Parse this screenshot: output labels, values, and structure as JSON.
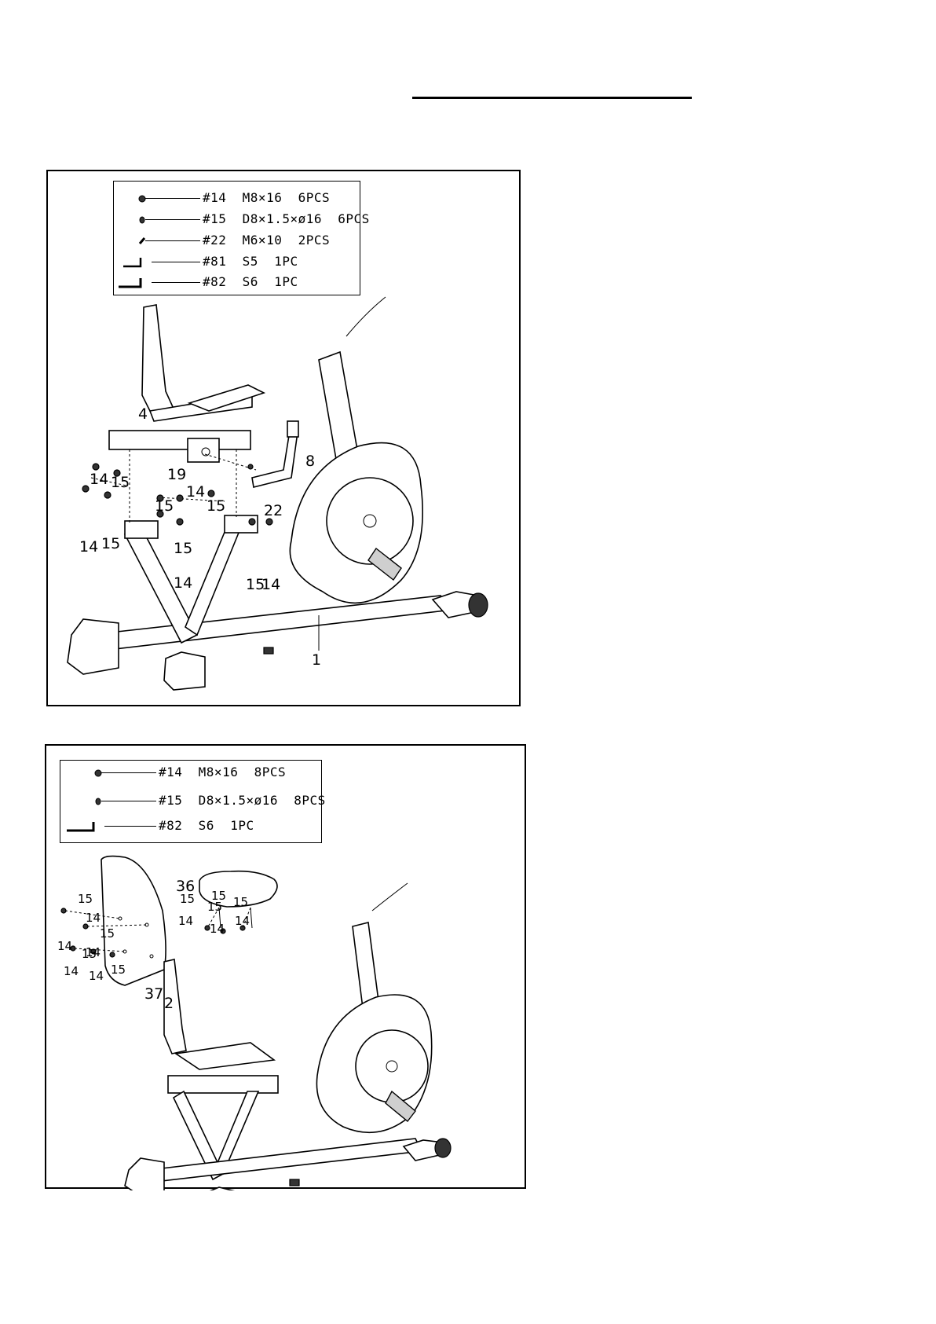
{
  "page": {
    "figure1": {
      "parts_list": [
        {
          "label": "#14  M8×16  6PCS",
          "icon": "bolt-icon"
        },
        {
          "label": "#15  D8×1.5×ø16  6PCS",
          "icon": "washer-icon"
        },
        {
          "label": "#22  M6×10  2PCS",
          "icon": "screw-icon"
        },
        {
          "label": "#81  S5  1PC",
          "icon": "allen-key-icon"
        },
        {
          "label": "#82  S6  1PC",
          "icon": "allen-key-icon"
        }
      ],
      "callouts": {
        "c4": "4",
        "c19": "19",
        "c8": "8",
        "c22": "22",
        "c1": "1",
        "c14a": "14",
        "c15a": "15",
        "c14b": "14",
        "c15b": "15",
        "c15c": "15",
        "c14c": "14",
        "c15d": "15",
        "c15e": "15",
        "c14d": "14",
        "c15f": "15",
        "c14e": "14"
      }
    },
    "figure2": {
      "parts_list": [
        {
          "label": "#14  M8×16  8PCS",
          "icon": "bolt-icon"
        },
        {
          "label": "#15  D8×1.5×ø16  8PCS",
          "icon": "washer-icon"
        },
        {
          "label": "#82  S6  1PC",
          "icon": "allen-key-icon"
        }
      ],
      "callouts": {
        "c36": "36",
        "c37": "37",
        "c2": "2",
        "s15a": "15",
        "s15b": "15",
        "s15c": "15",
        "s15d": "15",
        "s14a": "14",
        "s14b": "14",
        "s14c": "14",
        "b15a": "15",
        "b14a": "14",
        "b14b": "14",
        "b15b": "15",
        "b14c": "14",
        "b15c": "15",
        "b14d": "14",
        "b14e": "14",
        "b15d": "15"
      }
    }
  }
}
